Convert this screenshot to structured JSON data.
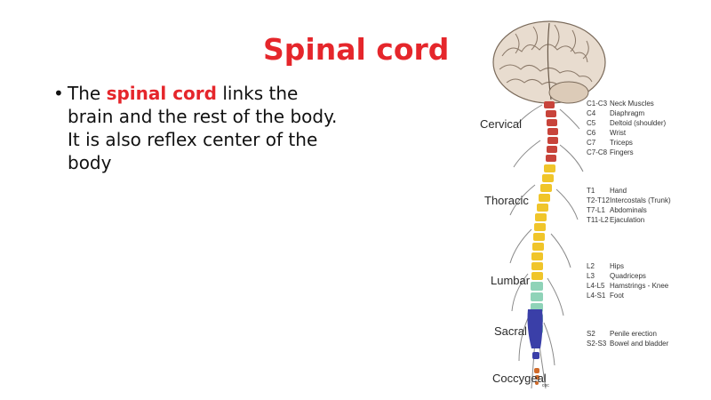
{
  "slide": {
    "title": "Spinal cord",
    "bullet": {
      "marker": "•",
      "pre": "The ",
      "highlight": "spinal cord",
      "post": " links the brain and the rest of the body. It is also reflex center of the body"
    }
  },
  "figure": {
    "segments": [
      {
        "name": "Cervical",
        "color": "#c8443b",
        "levels": [
          {
            "code": "C1-C3",
            "function": "Neck Muscles"
          },
          {
            "code": "C4",
            "function": "Diaphragm"
          },
          {
            "code": "C5",
            "function": "Deltoid (shoulder)"
          },
          {
            "code": "C6",
            "function": "Wrist"
          },
          {
            "code": "C7",
            "function": "Triceps"
          },
          {
            "code": "C7-C8",
            "function": "Fingers"
          }
        ]
      },
      {
        "name": "Thoracic",
        "color": "#f0c52a",
        "levels": [
          {
            "code": "T1",
            "function": "Hand"
          },
          {
            "code": "T2-T12",
            "function": "Intercostals (Trunk)"
          },
          {
            "code": "T7-L1",
            "function": "Abdominals"
          },
          {
            "code": "T11-L2",
            "function": "Ejaculation"
          }
        ]
      },
      {
        "name": "Lumbar",
        "color": "#8fd3b8",
        "levels": [
          {
            "code": "L2",
            "function": "Hips"
          },
          {
            "code": "L3",
            "function": "Quadriceps"
          },
          {
            "code": "L4-L5",
            "function": "Hamstrings - Knee"
          },
          {
            "code": "L4-S1",
            "function": "Foot"
          }
        ]
      },
      {
        "name": "Sacral",
        "color": "#3a3fa8",
        "levels": [
          {
            "code": "S2",
            "function": "Penile erection"
          },
          {
            "code": "S2-S3",
            "function": "Bowel and bladder"
          }
        ]
      },
      {
        "name": "Coccygeal",
        "color": "#d06a2a",
        "levels": []
      }
    ],
    "coccyx_tag": "coc",
    "brain_color": "#e8dccf"
  }
}
